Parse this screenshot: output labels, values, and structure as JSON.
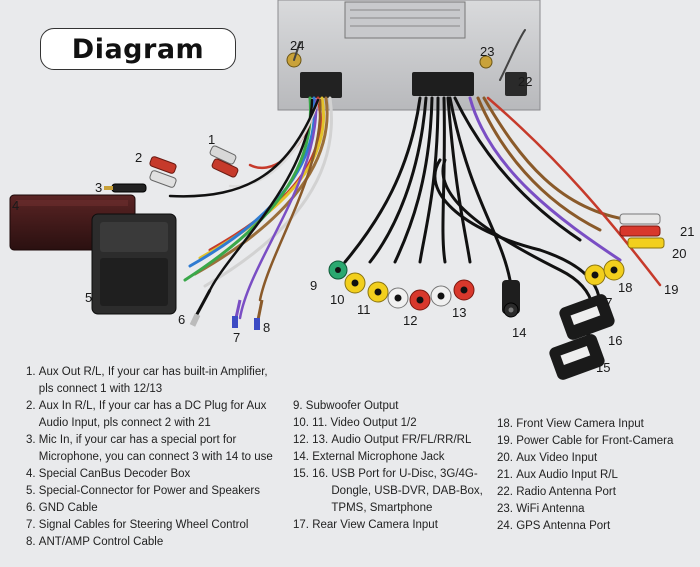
{
  "title": "Diagram",
  "callouts": [
    "1",
    "2",
    "3",
    "4",
    "5",
    "6",
    "7",
    "8",
    "9",
    "10",
    "11",
    "12",
    "13",
    "14",
    "15",
    "16",
    "17",
    "18",
    "19",
    "20",
    "21",
    "22",
    "23",
    "24"
  ],
  "legend": {
    "col1": [
      {
        "num": "1. ",
        "text": "Aux Out R/L, If your car has built-in Amplifier, pls connect 1 with 12/13"
      },
      {
        "num": "2. ",
        "text": "Aux In R/L, If your car has a DC Plug for Aux Audio Input, pls connect 2 with 21"
      },
      {
        "num": "3. ",
        "text": "Mic In, if your car has a special port for Microphone, you can connect 3 with 14 to use"
      },
      {
        "num": "4. ",
        "text": "Special CanBus Decoder Box"
      },
      {
        "num": "5. ",
        "text": "Special-Connector for Power and Speakers"
      },
      {
        "num": "6. ",
        "text": "GND Cable"
      },
      {
        "num": "7. ",
        "text": "Signal Cables for Steering Wheel Control"
      },
      {
        "num": "8. ",
        "text": "ANT/AMP Control Cable"
      }
    ],
    "col2": [
      {
        "num": "9. ",
        "text": "Subwoofer Output"
      },
      {
        "num": "10. 11. ",
        "text": "Video Output 1/2"
      },
      {
        "num": "12. 13. ",
        "text": "Audio Output FR/FL/RR/RL"
      },
      {
        "num": "14. ",
        "text": "External Microphone Jack"
      },
      {
        "num": "15. 16. ",
        "text": "USB Port for U-Disc, 3G/4G-Dongle, USB-DVR, DAB-Box, TPMS, Smartphone"
      },
      {
        "num": "17. ",
        "text": "Rear View Camera Input"
      }
    ],
    "col3": [
      {
        "num": "18. ",
        "text": "Front View Camera Input"
      },
      {
        "num": "19. ",
        "text": "Power Cable for Front-Camera"
      },
      {
        "num": "20. ",
        "text": "Aux Video Input"
      },
      {
        "num": "21. ",
        "text": "Aux Audio Input R/L"
      },
      {
        "num": "22. ",
        "text": "Radio Antenna Port"
      },
      {
        "num": "23. ",
        "text": "WiFi Antenna"
      },
      {
        "num": "24. ",
        "text": "GPS Antenna Port"
      }
    ]
  }
}
